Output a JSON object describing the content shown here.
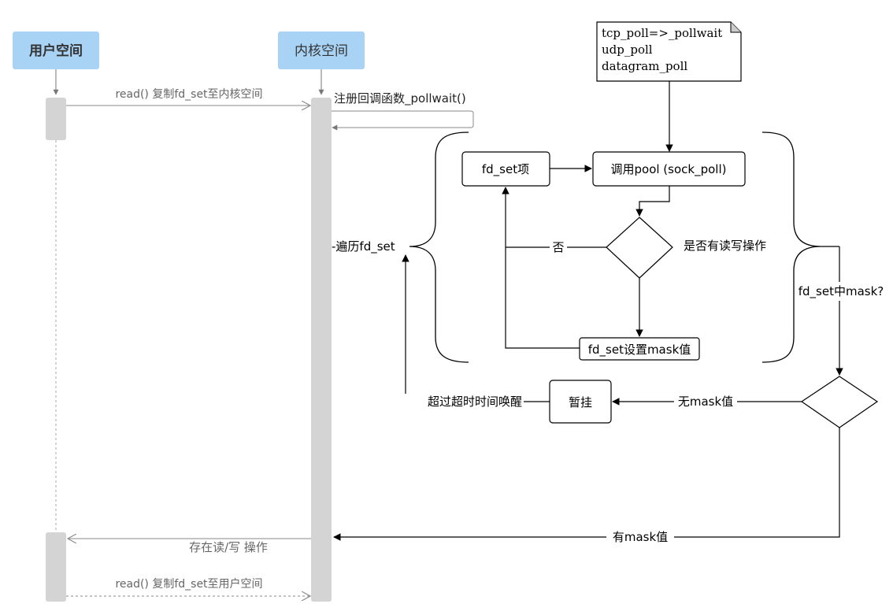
{
  "lanes": {
    "user_space": "用户空间",
    "kernel_space": "内核空间"
  },
  "messages": {
    "read_copy_to_kernel": "read() 复制fd_set至内核空间",
    "register_callback": "注册回调函数_pollwait()",
    "rw_exists": "存在读/写 操作",
    "read_copy_to_user": "read() 复制fd_set至用户空间"
  },
  "note": {
    "line1": "tcp_poll=>_pollwait",
    "line2": "udp_poll",
    "line3": "datagram_poll"
  },
  "flow": {
    "traverse": "-遍历fd_set",
    "fd_set_item": "fd_set项",
    "call_pool": "调用pool (sock_poll)",
    "rw_question": "是否有读写操作",
    "no_label": "否",
    "set_mask": "fd_set设置mask值",
    "mask_question": "fd_set中mask?",
    "no_mask": "无mask值",
    "suspend": "暂挂",
    "timeout_wake": "超过超时时间唤醒",
    "has_mask": "有mask值"
  },
  "colors": {
    "lane_header": "#a9d3f5",
    "activation": "#d4d4d4",
    "msg_line": "#8a8a8a",
    "flow_line": "#000000"
  }
}
